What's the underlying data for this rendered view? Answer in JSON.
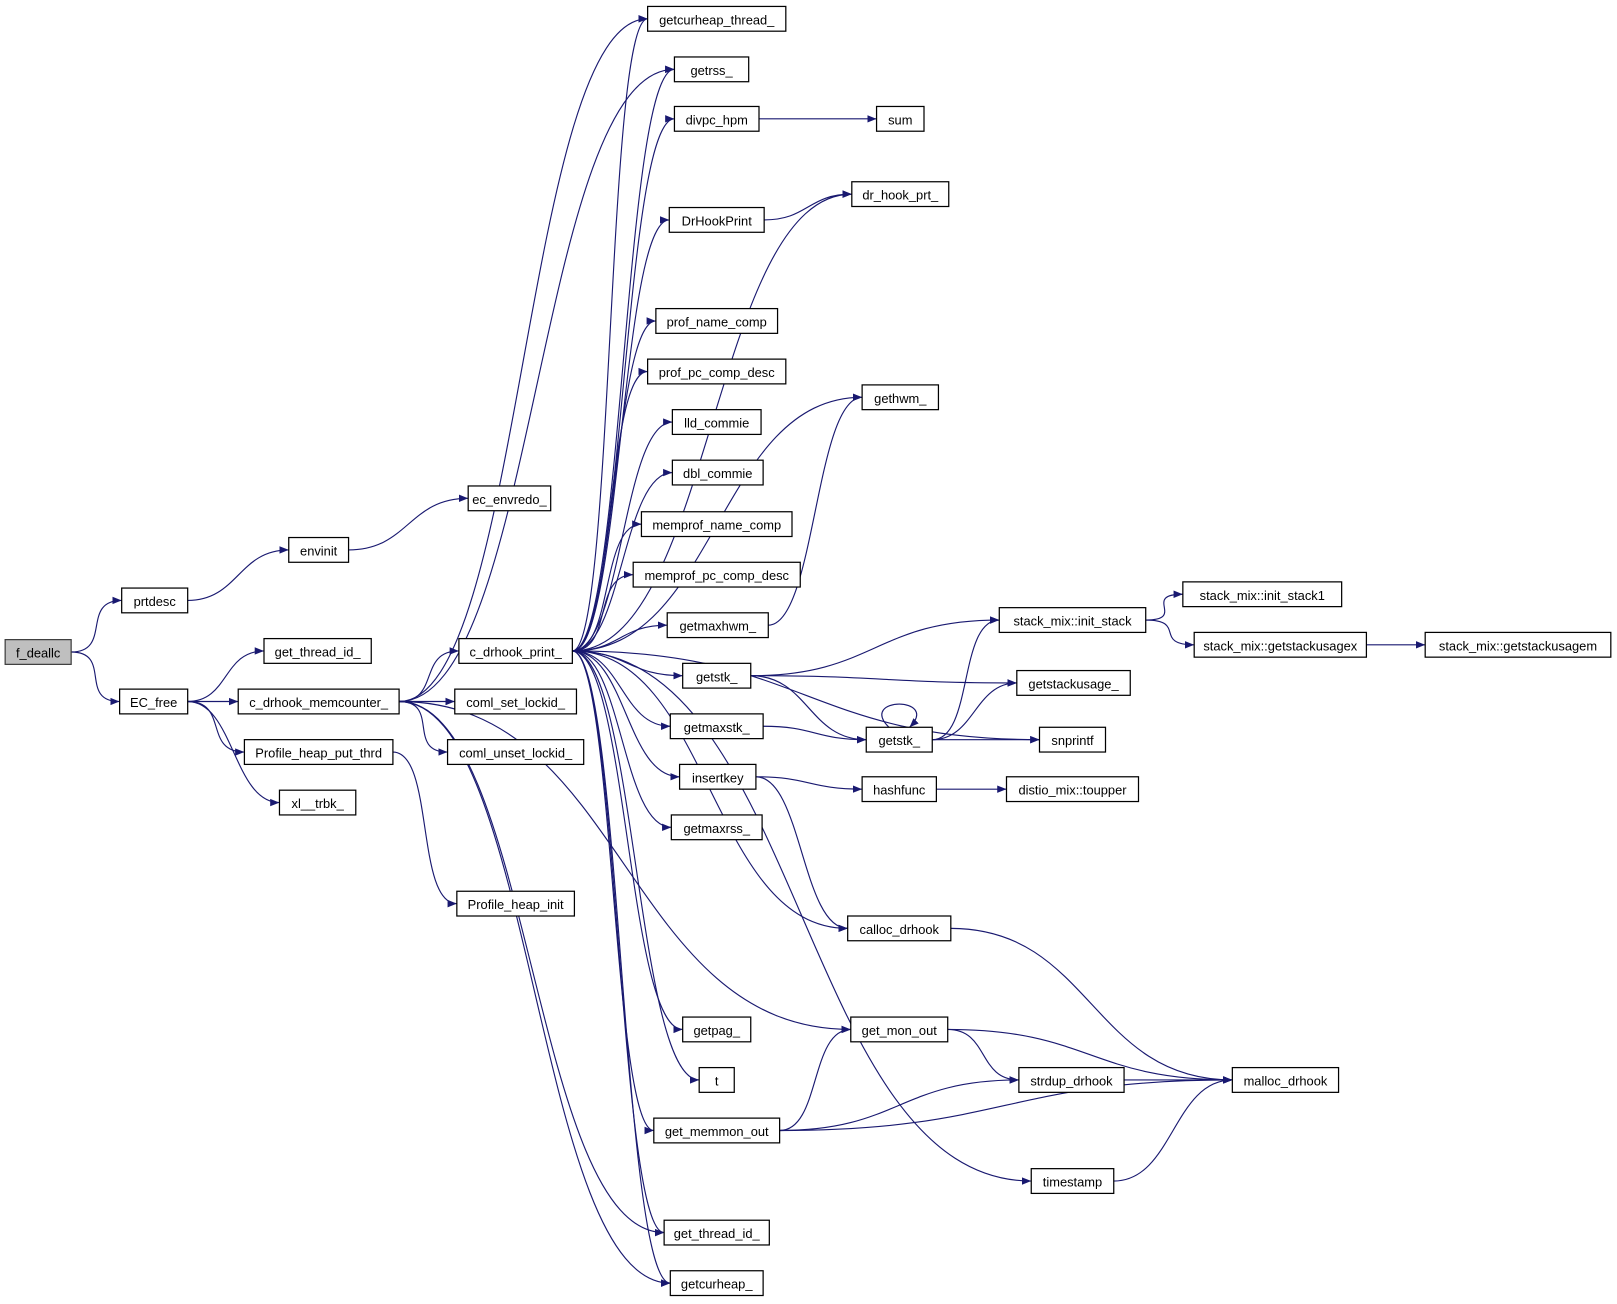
{
  "graph": {
    "title": "call graph of f_deallc",
    "colors": {
      "edge": "#191970",
      "root_fill": "#bfbfbf",
      "node_fill": "#ffffff"
    },
    "nodes": [
      {
        "id": "f_deallc",
        "label": "f_deallc",
        "root": true
      },
      {
        "id": "prtdesc",
        "label": "prtdesc"
      },
      {
        "id": "envinit",
        "label": "envinit"
      },
      {
        "id": "ec_envredo_",
        "label": "ec_envredo_"
      },
      {
        "id": "get_thread_id_a",
        "label": "get_thread_id_"
      },
      {
        "id": "EC_free",
        "label": "EC_free"
      },
      {
        "id": "c_drhook_memcounter_",
        "label": "c_drhook_memcounter_"
      },
      {
        "id": "c_drhook_print_",
        "label": "c_drhook_print_"
      },
      {
        "id": "coml_set_lockid_",
        "label": "coml_set_lockid_"
      },
      {
        "id": "coml_unset_lockid_",
        "label": "coml_unset_lockid_"
      },
      {
        "id": "Profile_heap_put_thrd",
        "label": "Profile_heap_put_thrd"
      },
      {
        "id": "xl__trbk_",
        "label": "xl__trbk_"
      },
      {
        "id": "Profile_heap_init",
        "label": "Profile_heap_init"
      },
      {
        "id": "getcurheap_thread_",
        "label": "getcurheap_thread_"
      },
      {
        "id": "getrss_",
        "label": "getrss_"
      },
      {
        "id": "divpc_hpm",
        "label": "divpc_hpm"
      },
      {
        "id": "sum",
        "label": "sum"
      },
      {
        "id": "dr_hook_prt_",
        "label": "dr_hook_prt_"
      },
      {
        "id": "DrHookPrint",
        "label": "DrHookPrint"
      },
      {
        "id": "prof_name_comp",
        "label": "prof_name_comp"
      },
      {
        "id": "prof_pc_comp_desc",
        "label": "prof_pc_comp_desc"
      },
      {
        "id": "gethwm_",
        "label": "gethwm_"
      },
      {
        "id": "lld_commie",
        "label": "lld_commie"
      },
      {
        "id": "dbl_commie",
        "label": "dbl_commie"
      },
      {
        "id": "memprof_name_comp",
        "label": "memprof_name_comp"
      },
      {
        "id": "memprof_pc_comp_desc",
        "label": "memprof_pc_comp_desc"
      },
      {
        "id": "getmaxhwm_",
        "label": "getmaxhwm_"
      },
      {
        "id": "init_stack",
        "label": "stack_mix::init_stack"
      },
      {
        "id": "init_stack1",
        "label": "stack_mix::init_stack1"
      },
      {
        "id": "getstackusagex",
        "label": "stack_mix::getstackusagex"
      },
      {
        "id": "getstackusagem",
        "label": "stack_mix::getstackusagem"
      },
      {
        "id": "getstk_a",
        "label": "getstk_"
      },
      {
        "id": "getstackusage_",
        "label": "getstackusage_"
      },
      {
        "id": "getmaxstk_",
        "label": "getmaxstk_"
      },
      {
        "id": "getstk_b",
        "label": "getstk_"
      },
      {
        "id": "snprintf",
        "label": "snprintf"
      },
      {
        "id": "insertkey",
        "label": "insertkey"
      },
      {
        "id": "hashfunc",
        "label": "hashfunc"
      },
      {
        "id": "toupper",
        "label": "distio_mix::toupper"
      },
      {
        "id": "getmaxrss_",
        "label": "getmaxrss_"
      },
      {
        "id": "calloc_drhook",
        "label": "calloc_drhook"
      },
      {
        "id": "getpag_",
        "label": "getpag_"
      },
      {
        "id": "get_mon_out",
        "label": "get_mon_out"
      },
      {
        "id": "t",
        "label": "t"
      },
      {
        "id": "strdup_drhook",
        "label": "strdup_drhook"
      },
      {
        "id": "malloc_drhook",
        "label": "malloc_drhook"
      },
      {
        "id": "get_memmon_out",
        "label": "get_memmon_out"
      },
      {
        "id": "timestamp",
        "label": "timestamp"
      },
      {
        "id": "get_thread_id_b",
        "label": "get_thread_id_"
      },
      {
        "id": "getcurheap_",
        "label": "getcurheap_"
      }
    ],
    "edges": [
      [
        "f_deallc",
        "prtdesc"
      ],
      [
        "f_deallc",
        "EC_free"
      ],
      [
        "prtdesc",
        "envinit"
      ],
      [
        "envinit",
        "ec_envredo_"
      ],
      [
        "EC_free",
        "get_thread_id_a"
      ],
      [
        "EC_free",
        "c_drhook_memcounter_"
      ],
      [
        "EC_free",
        "Profile_heap_put_thrd"
      ],
      [
        "EC_free",
        "xl__trbk_"
      ],
      [
        "Profile_heap_put_thrd",
        "Profile_heap_init"
      ],
      [
        "c_drhook_memcounter_",
        "c_drhook_print_"
      ],
      [
        "c_drhook_memcounter_",
        "coml_set_lockid_"
      ],
      [
        "c_drhook_memcounter_",
        "coml_unset_lockid_"
      ],
      [
        "c_drhook_memcounter_",
        "getcurheap_thread_"
      ],
      [
        "c_drhook_memcounter_",
        "getrss_"
      ],
      [
        "c_drhook_memcounter_",
        "get_mon_out"
      ],
      [
        "c_drhook_memcounter_",
        "get_thread_id_b"
      ],
      [
        "c_drhook_memcounter_",
        "getcurheap_"
      ],
      [
        "c_drhook_print_",
        "getcurheap_thread_"
      ],
      [
        "c_drhook_print_",
        "getrss_"
      ],
      [
        "c_drhook_print_",
        "divpc_hpm"
      ],
      [
        "c_drhook_print_",
        "dr_hook_prt_"
      ],
      [
        "c_drhook_print_",
        "DrHookPrint"
      ],
      [
        "c_drhook_print_",
        "gethwm_"
      ],
      [
        "c_drhook_print_",
        "prof_name_comp"
      ],
      [
        "c_drhook_print_",
        "prof_pc_comp_desc"
      ],
      [
        "c_drhook_print_",
        "lld_commie"
      ],
      [
        "c_drhook_print_",
        "dbl_commie"
      ],
      [
        "c_drhook_print_",
        "memprof_name_comp"
      ],
      [
        "c_drhook_print_",
        "memprof_pc_comp_desc"
      ],
      [
        "c_drhook_print_",
        "getmaxhwm_"
      ],
      [
        "c_drhook_print_",
        "getstk_a"
      ],
      [
        "c_drhook_print_",
        "getmaxstk_"
      ],
      [
        "c_drhook_print_",
        "insertkey"
      ],
      [
        "c_drhook_print_",
        "getmaxrss_"
      ],
      [
        "c_drhook_print_",
        "snprintf"
      ],
      [
        "c_drhook_print_",
        "calloc_drhook"
      ],
      [
        "c_drhook_print_",
        "getpag_"
      ],
      [
        "c_drhook_print_",
        "t"
      ],
      [
        "c_drhook_print_",
        "get_memmon_out"
      ],
      [
        "c_drhook_print_",
        "timestamp"
      ],
      [
        "c_drhook_print_",
        "get_thread_id_b"
      ],
      [
        "c_drhook_print_",
        "getcurheap_"
      ],
      [
        "divpc_hpm",
        "sum"
      ],
      [
        "DrHookPrint",
        "dr_hook_prt_"
      ],
      [
        "getmaxhwm_",
        "gethwm_"
      ],
      [
        "getstk_a",
        "init_stack"
      ],
      [
        "getstk_a",
        "getstackusage_"
      ],
      [
        "getstk_a",
        "getstk_b"
      ],
      [
        "getmaxstk_",
        "getstk_b"
      ],
      [
        "getstk_b",
        "getstk_b"
      ],
      [
        "getstk_b",
        "init_stack"
      ],
      [
        "getstk_b",
        "getstackusage_"
      ],
      [
        "getstk_b",
        "snprintf"
      ],
      [
        "init_stack",
        "init_stack1"
      ],
      [
        "init_stack",
        "getstackusagex"
      ],
      [
        "getstackusagex",
        "getstackusagem"
      ],
      [
        "insertkey",
        "hashfunc"
      ],
      [
        "insertkey",
        "calloc_drhook"
      ],
      [
        "hashfunc",
        "toupper"
      ],
      [
        "calloc_drhook",
        "malloc_drhook"
      ],
      [
        "get_mon_out",
        "strdup_drhook"
      ],
      [
        "get_mon_out",
        "malloc_drhook"
      ],
      [
        "strdup_drhook",
        "malloc_drhook"
      ],
      [
        "get_memmon_out",
        "get_mon_out"
      ],
      [
        "get_memmon_out",
        "strdup_drhook"
      ],
      [
        "get_memmon_out",
        "malloc_drhook"
      ],
      [
        "timestamp",
        "malloc_drhook"
      ]
    ]
  }
}
